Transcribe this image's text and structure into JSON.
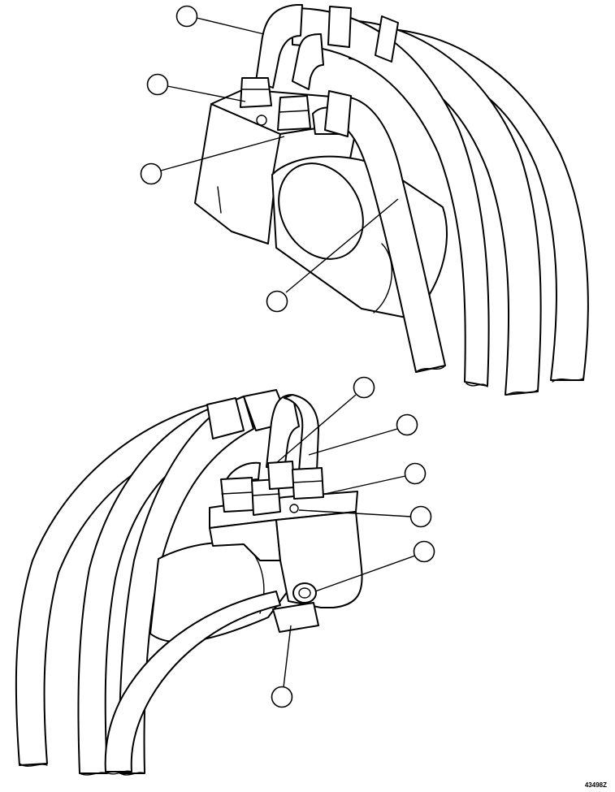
{
  "figure": {
    "id_label": "43498Z",
    "top_view": {
      "callouts": 4
    },
    "bottom_view": {
      "callouts": 6
    }
  }
}
